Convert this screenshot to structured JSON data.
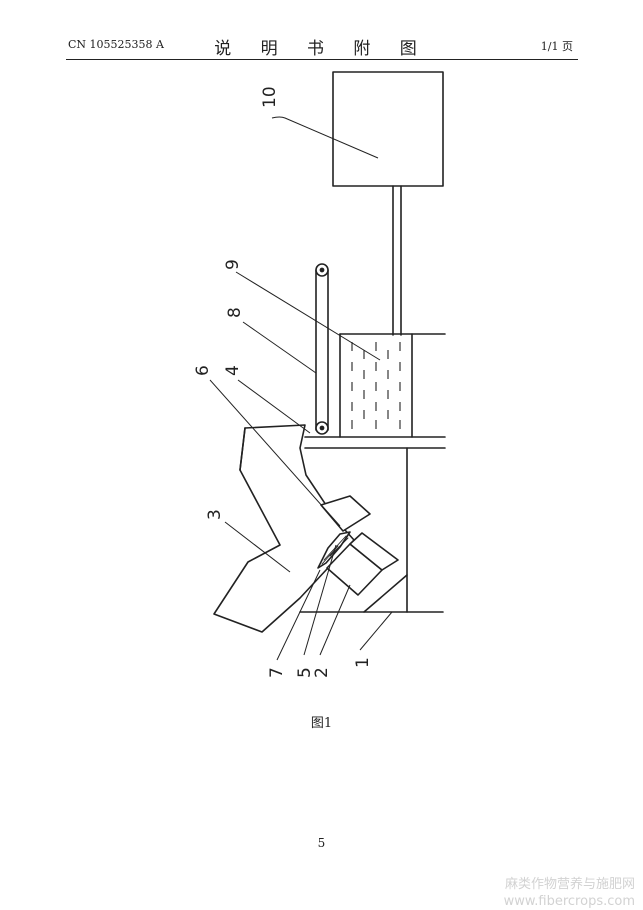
{
  "header": {
    "publication_number": "CN 105525358 A",
    "title": "说 明 书 附 图",
    "page_info": "1/1 页"
  },
  "figure": {
    "caption": "图1",
    "labels": {
      "l1": "1",
      "l2": "2",
      "l3": "3",
      "l4": "4",
      "l5": "5",
      "l6": "6",
      "l7": "7",
      "l8": "8",
      "l9": "9",
      "l10": "10"
    }
  },
  "footer": {
    "page_number": "5"
  },
  "watermark": {
    "line1": "麻类作物营养与施肥网",
    "line2": "www.fibercrops.com"
  }
}
